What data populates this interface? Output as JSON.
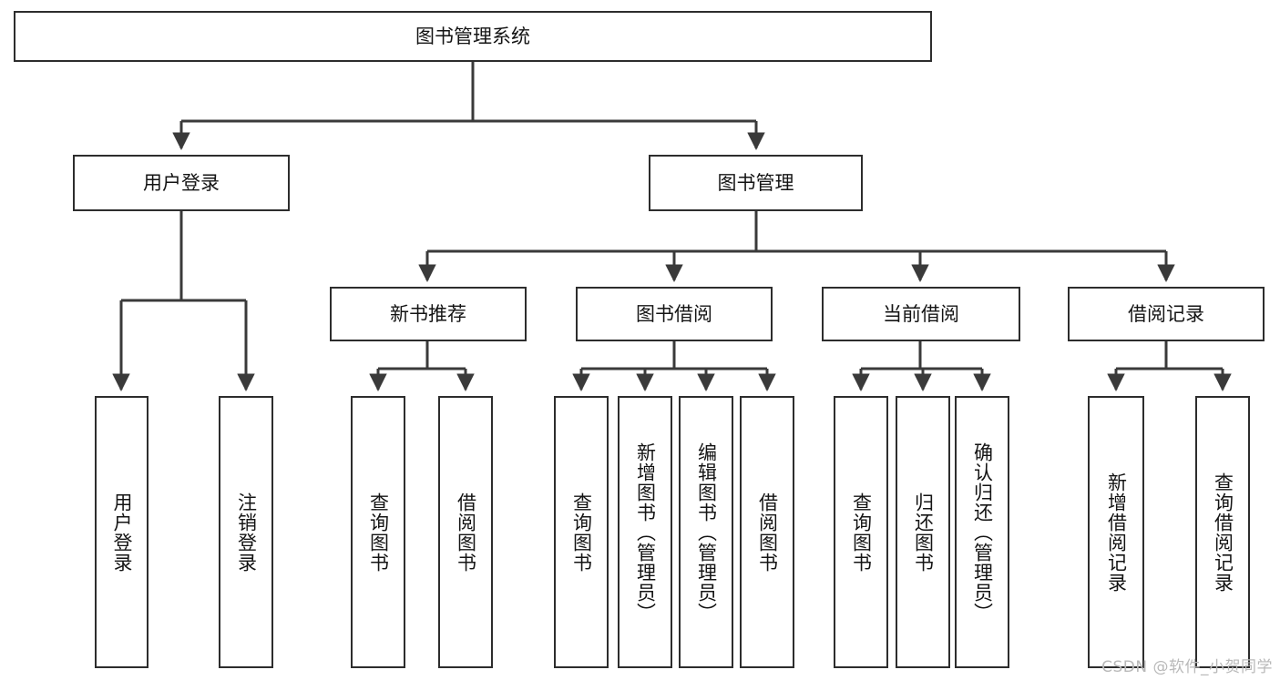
{
  "diagram": {
    "title": "图书管理系统",
    "type": "tree-hierarchy",
    "watermark": "CSDN @软件_小贺同学",
    "colors": {
      "box_border": "#2d2d2d",
      "box_fill": "#ffffff",
      "connector": "#3a3a3a",
      "text": "#141414",
      "watermark": "#b9b9b9",
      "background": "#ffffff"
    },
    "nodes": {
      "root": {
        "label": "图书管理系统",
        "level": 1
      },
      "level2": [
        {
          "id": "user-login",
          "label": "用户登录"
        },
        {
          "id": "book-management",
          "label": "图书管理"
        }
      ],
      "level3": [
        {
          "id": "new-book-recommend",
          "label": "新书推荐"
        },
        {
          "id": "book-borrow",
          "label": "图书借阅"
        },
        {
          "id": "current-borrow",
          "label": "当前借阅"
        },
        {
          "id": "borrow-record",
          "label": "借阅记录"
        }
      ],
      "leaves": {
        "user_login": [
          {
            "id": "leaf-user-login",
            "label": "用户登录"
          },
          {
            "id": "leaf-logout-login",
            "label": "注销登录"
          }
        ],
        "new_book_recommend": [
          {
            "id": "leaf-query-book-1",
            "label": "查询图书"
          },
          {
            "id": "leaf-borrow-book-1",
            "label": "借阅图书"
          }
        ],
        "book_borrow": [
          {
            "id": "leaf-query-book-2",
            "label": "查询图书"
          },
          {
            "id": "leaf-add-book",
            "label": "新增图书（管理员）"
          },
          {
            "id": "leaf-edit-book",
            "label": "编辑图书（管理员）"
          },
          {
            "id": "leaf-borrow-book-2",
            "label": "借阅图书"
          }
        ],
        "current_borrow": [
          {
            "id": "leaf-query-book-3",
            "label": "查询图书"
          },
          {
            "id": "leaf-return-book",
            "label": "归还图书"
          },
          {
            "id": "leaf-confirm-return",
            "label": "确认归还（管理员）"
          }
        ],
        "borrow_record": [
          {
            "id": "leaf-add-borrow-record",
            "label": "新增借阅记录"
          },
          {
            "id": "leaf-query-borrow-record",
            "label": "查询借阅记录"
          }
        ]
      }
    }
  }
}
